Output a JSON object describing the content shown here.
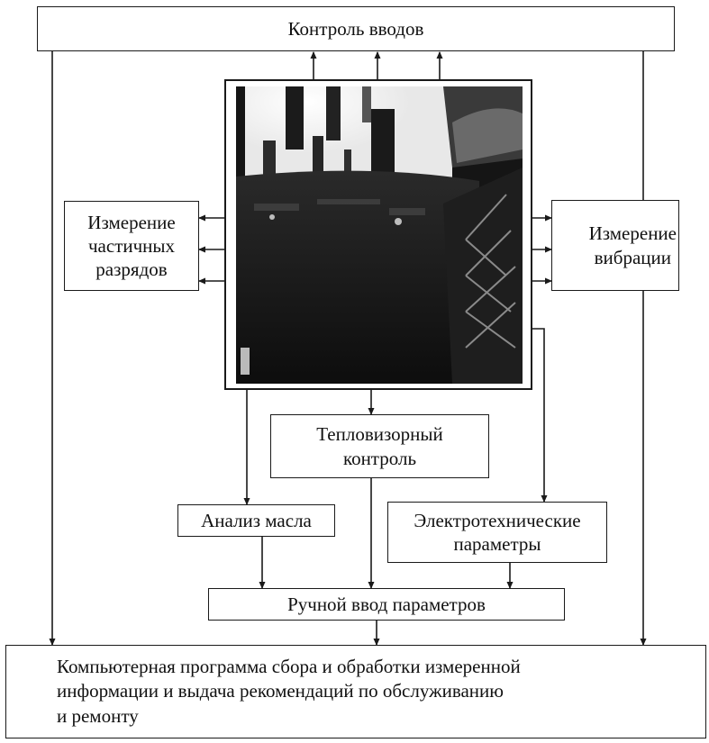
{
  "diagram": {
    "top_box": "Контроль вводов",
    "left_box": "Измерение\nчастичных\nразрядов",
    "right_box": "Измерение\nвибрации",
    "thermal_box": "Тепловизорный\nконтроль",
    "oil_box": "Анализ масла",
    "electro_box": "Электротехнические\nпараметры",
    "manual_box": "Ручной ввод параметров",
    "bottom_box": "Компьютерная программа сбора и обработки измеренной\nинформации и выдача рекомендаций по обслуживанию\nи ремонту"
  },
  "photo": {
    "subject": "power-transformer-photo"
  }
}
